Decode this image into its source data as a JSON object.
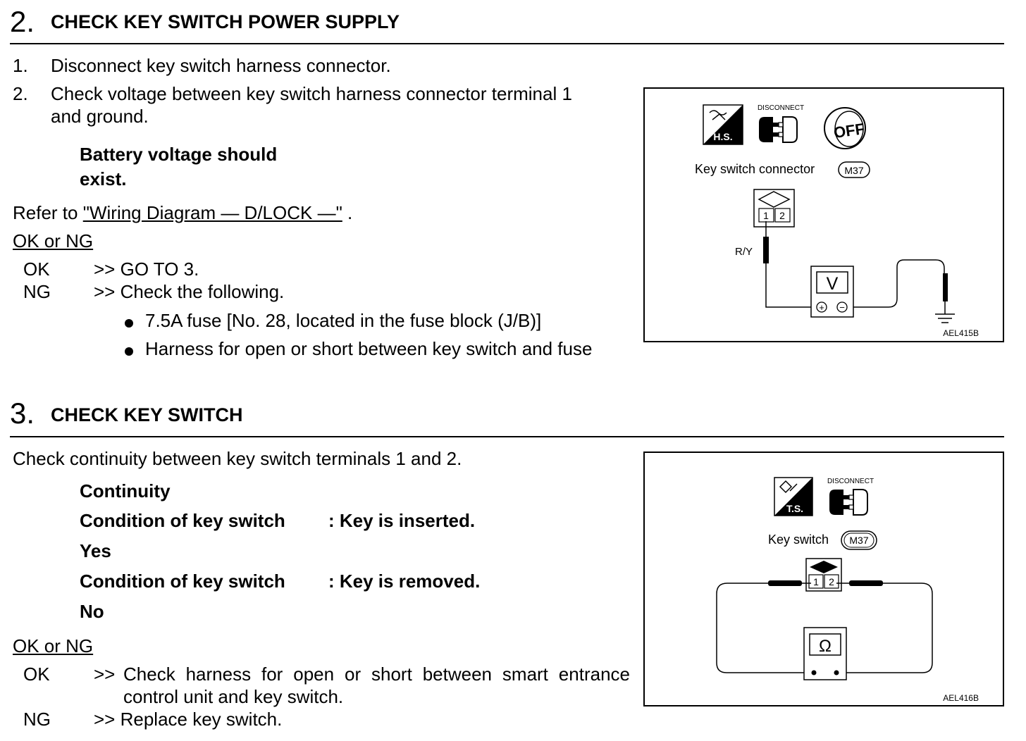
{
  "step2": {
    "number": "2.",
    "title": "CHECK KEY SWITCH POWER SUPPLY",
    "items": [
      {
        "num": "1.",
        "text": "Disconnect key switch harness connector."
      },
      {
        "num": "2.",
        "line1": "Check voltage between key switch harness connector terminal 1",
        "line2": "and ground."
      }
    ],
    "spec_line1": "Battery voltage should",
    "spec_line2": "exist.",
    "refer_prefix": "Refer to",
    "refer_link": "\"Wiring Diagram — D/LOCK —\"",
    "refer_suffix": ".",
    "ok_ng_label": "OK or NG",
    "ok_label": "OK",
    "ok_action": ">> GO TO 3.",
    "ng_label": "NG",
    "ng_action": ">> Check the following.",
    "bullets": [
      "7.5A fuse [No. 28, located in the fuse block (J/B)]",
      "Harness for open or short between key switch and fuse"
    ],
    "figure": {
      "hs_label": "H.S.",
      "disconnect_label": "DISCONNECT",
      "off_label": "OFF",
      "connector_label": "Key switch connector",
      "connector_code": "M37",
      "terminal_1": "1",
      "terminal_2": "2",
      "wire_color": "R/Y",
      "meter_symbol": "V",
      "plus_symbol": "+",
      "minus_symbol": "−",
      "code": "AEL415B"
    }
  },
  "step3": {
    "number": "3.",
    "title": "CHECK KEY SWITCH",
    "intro": "Check continuity between key switch terminals 1 and 2.",
    "continuity_heading": "Continuity",
    "conditions": [
      {
        "label": "Condition of key switch",
        "value": ": Key is inserted.",
        "result": "Yes"
      },
      {
        "label": "Condition of key switch",
        "value": ": Key is removed.",
        "result": "No"
      }
    ],
    "ok_ng_label": "OK or NG",
    "ok_label": "OK",
    "ok_action_prefix": ">>",
    "ok_action": "Check harness for open or short between smart entrance control unit and key switch.",
    "ng_label": "NG",
    "ng_action": ">> Replace key switch.",
    "figure": {
      "ts_label": "T.S.",
      "disconnect_label": "DISCONNECT",
      "connector_label": "Key switch",
      "connector_code": "M37",
      "terminal_1": "1",
      "terminal_2": "2",
      "meter_symbol": "Ω",
      "code": "AEL416B"
    }
  }
}
